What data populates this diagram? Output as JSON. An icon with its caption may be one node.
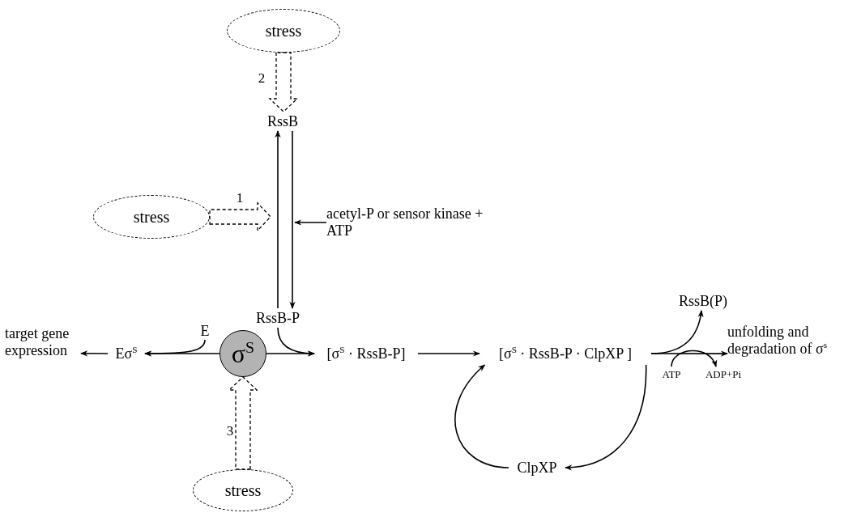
{
  "diagram": {
    "nodes": [
      {
        "text": [
          "stress"
        ]
      },
      {
        "text": [
          "RssB"
        ]
      },
      {
        "text": [
          "stress"
        ]
      },
      {
        "text": [
          "acetyl-P or sensor kinase + ATP"
        ]
      },
      {
        "text": [
          "RssB-P"
        ]
      },
      {
        "text": [
          "target gene expression"
        ]
      },
      {
        "text": [
          "E"
        ]
      },
      {
        "text": [
          "Eσ$^{S}$"
        ]
      },
      {
        "text": [
          "σ$^{S}$"
        ]
      },
      {
        "text": [
          "[σ$^{S}$ · RssB-P]"
        ]
      },
      {
        "text": [
          "[σ$^{S}$ · RssB-P · ClpXP ]"
        ]
      },
      {
        "text": [
          "RssB(P)"
        ]
      },
      {
        "text": [
          "unfolding and degradation of σ$^{s}$"
        ]
      },
      {
        "text": [
          "ATP"
        ]
      },
      {
        "text": [
          "ADP+Pi"
        ]
      },
      {
        "text": [
          "ClpXP"
        ]
      },
      {
        "text": [
          "stress"
        ]
      }
    ],
    "edges": [
      {
        "from": 0,
        "to": 1,
        "arrow": "to",
        "label": "2",
        "style": "dashed"
      },
      {
        "from": 4,
        "to": 1,
        "arrow": "to"
      },
      {
        "from": 1,
        "to": 4,
        "arrow": "to"
      },
      {
        "from": 2,
        "to": null,
        "arrow": "to",
        "label": "1",
        "style": "dashed"
      },
      {
        "from": 3,
        "to": null,
        "arrow": "to"
      },
      {
        "from": 8,
        "to": 7,
        "arrow": "to"
      },
      {
        "from": 6,
        "to": 7,
        "arrow": "to"
      },
      {
        "from": 7,
        "to": 5,
        "arrow": "to"
      },
      {
        "from": 8,
        "to": 9,
        "arrow": "to"
      },
      {
        "from": 4,
        "to": 9,
        "arrow": "to"
      },
      {
        "from": 9,
        "to": 10,
        "arrow": "to"
      },
      {
        "from": 15,
        "to": 10,
        "arrow": "to"
      },
      {
        "from": 10,
        "to": 12,
        "arrow": "to"
      },
      {
        "from": 10,
        "to": 11,
        "arrow": "to"
      },
      {
        "from": 10,
        "to": 15,
        "arrow": "to"
      },
      {
        "from": 13,
        "to": 14,
        "arrow": "to"
      },
      {
        "from": 16,
        "to": 8,
        "arrow": "to",
        "label": "3",
        "style": "dashed"
      }
    ]
  }
}
